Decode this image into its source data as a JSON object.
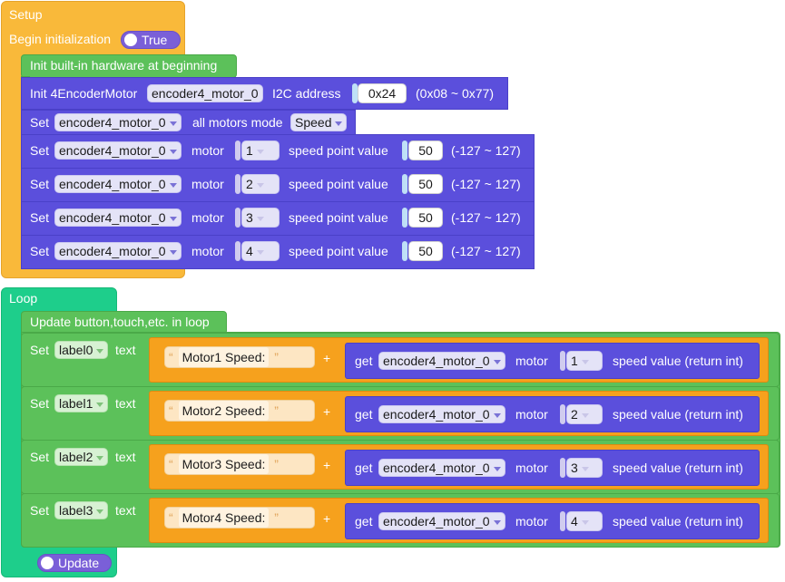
{
  "colors": {
    "setup": "#f9b93a",
    "loop": "#1ece8b",
    "hardware": "#5cc15a",
    "encoder": "#5b4fdc",
    "text_join": "#f6a11d",
    "toggle": "#7a5fd8"
  },
  "setup": {
    "title": "Setup",
    "begin_label": "Begin initialization",
    "begin_toggle": "True",
    "init_hw_label": "Init built-in hardware at beginning",
    "init_block": {
      "prefix": "Init 4EncoderMotor",
      "device": "encoder4_motor_0",
      "addr_label": "I2C address",
      "addr_value": "0x24",
      "addr_range": "(0x08 ~ 0x77)"
    },
    "mode_block": {
      "set_label": "Set",
      "device": "encoder4_motor_0",
      "mode_label": "all motors mode",
      "mode_value": "Speed"
    },
    "speed_rows": [
      {
        "set": "Set",
        "device": "encoder4_motor_0",
        "motor_label": "motor",
        "motor": "1",
        "sp_label": "speed point value",
        "value": "50",
        "range": "(-127 ~ 127)"
      },
      {
        "set": "Set",
        "device": "encoder4_motor_0",
        "motor_label": "motor",
        "motor": "2",
        "sp_label": "speed point value",
        "value": "50",
        "range": "(-127 ~ 127)"
      },
      {
        "set": "Set",
        "device": "encoder4_motor_0",
        "motor_label": "motor",
        "motor": "3",
        "sp_label": "speed point value",
        "value": "50",
        "range": "(-127 ~ 127)"
      },
      {
        "set": "Set",
        "device": "encoder4_motor_0",
        "motor_label": "motor",
        "motor": "4",
        "sp_label": "speed point value",
        "value": "50",
        "range": "(-127 ~ 127)"
      }
    ]
  },
  "loop": {
    "title": "Loop",
    "update_label": "Update button,touch,etc. in loop",
    "update_toggle": "Update",
    "label_rows": [
      {
        "set": "Set",
        "label": "label0",
        "text_label": "text",
        "open_quote": "“",
        "string": "Motor1 Speed:",
        "close_quote": "”",
        "plus": "+",
        "get": "get",
        "device": "encoder4_motor_0",
        "motor_label": "motor",
        "motor": "1",
        "ret": "speed value (return int)"
      },
      {
        "set": "Set",
        "label": "label1",
        "text_label": "text",
        "open_quote": "“",
        "string": "Motor2 Speed:",
        "close_quote": "”",
        "plus": "+",
        "get": "get",
        "device": "encoder4_motor_0",
        "motor_label": "motor",
        "motor": "2",
        "ret": "speed value (return int)"
      },
      {
        "set": "Set",
        "label": "label2",
        "text_label": "text",
        "open_quote": "“",
        "string": "Motor3 Speed:",
        "close_quote": "”",
        "plus": "+",
        "get": "get",
        "device": "encoder4_motor_0",
        "motor_label": "motor",
        "motor": "3",
        "ret": "speed value (return int)"
      },
      {
        "set": "Set",
        "label": "label3",
        "text_label": "text",
        "open_quote": "“",
        "string": "Motor4 Speed:",
        "close_quote": "”",
        "plus": "+",
        "get": "get",
        "device": "encoder4_motor_0",
        "motor_label": "motor",
        "motor": "4",
        "ret": "speed value (return int)"
      }
    ]
  }
}
